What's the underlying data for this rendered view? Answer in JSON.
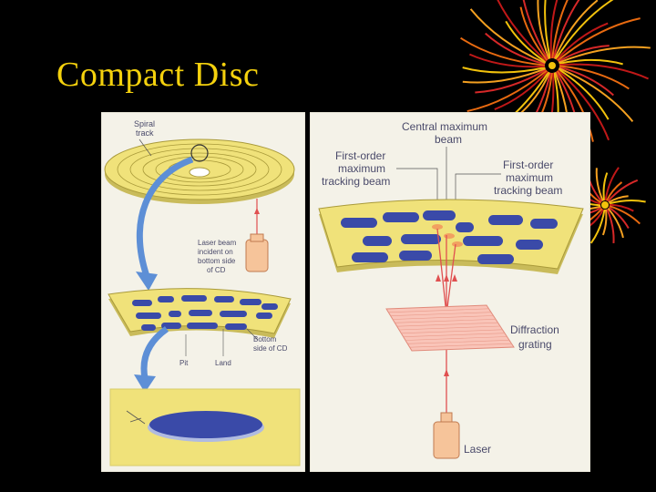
{
  "slide": {
    "title": "Compact Disc"
  },
  "left_panel": {
    "labels": {
      "spiral_track_1": "Spiral",
      "spiral_track_2": "track",
      "laser_beam_1": "Laser beam",
      "laser_beam_2": "incident on",
      "laser_beam_3": "bottom side",
      "laser_beam_4": "of CD",
      "bottom_side_1": "Bottom",
      "bottom_side_2": "side of CD",
      "pit": "Pit",
      "land": "Land"
    }
  },
  "right_panel": {
    "labels": {
      "central_max_1": "Central maximum",
      "central_max_2": "beam",
      "first_order_left_1": "First-order",
      "first_order_left_2": "maximum",
      "first_order_left_3": "tracking beam",
      "first_order_right_1": "First-order",
      "first_order_right_2": "maximum",
      "first_order_right_3": "tracking beam",
      "diffraction_1": "Diffraction",
      "diffraction_2": "grating",
      "laser": "Laser"
    }
  },
  "colors": {
    "title": "#f4d10d",
    "disc": "#f0e27a",
    "pit": "#3a4aa8",
    "beam": "#e05050",
    "arrow": "#5d8fd6",
    "panel": "#f4f2e8"
  }
}
